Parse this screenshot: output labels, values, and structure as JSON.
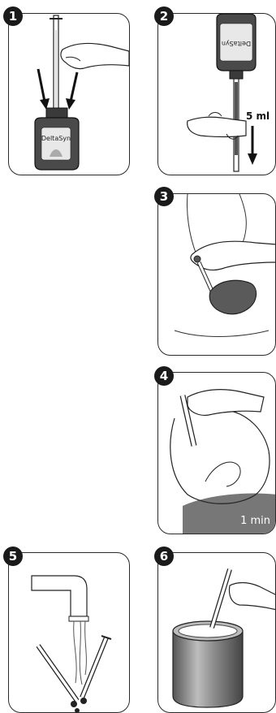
{
  "steps": [
    {
      "number": "1",
      "bottle_label": "DeltaSyn"
    },
    {
      "number": "2",
      "bottle_label": "DeltaSyn",
      "volume_label": "5 ml"
    },
    {
      "number": "3"
    },
    {
      "number": "4",
      "time_label": "1 min"
    },
    {
      "number": "5"
    },
    {
      "number": "6"
    }
  ],
  "colors": {
    "ink": "#1a1a1a",
    "bottle": "#4a4a4a",
    "label": "#e8e8e8",
    "shadow": "#777777",
    "can": "#9a9a9a"
  }
}
